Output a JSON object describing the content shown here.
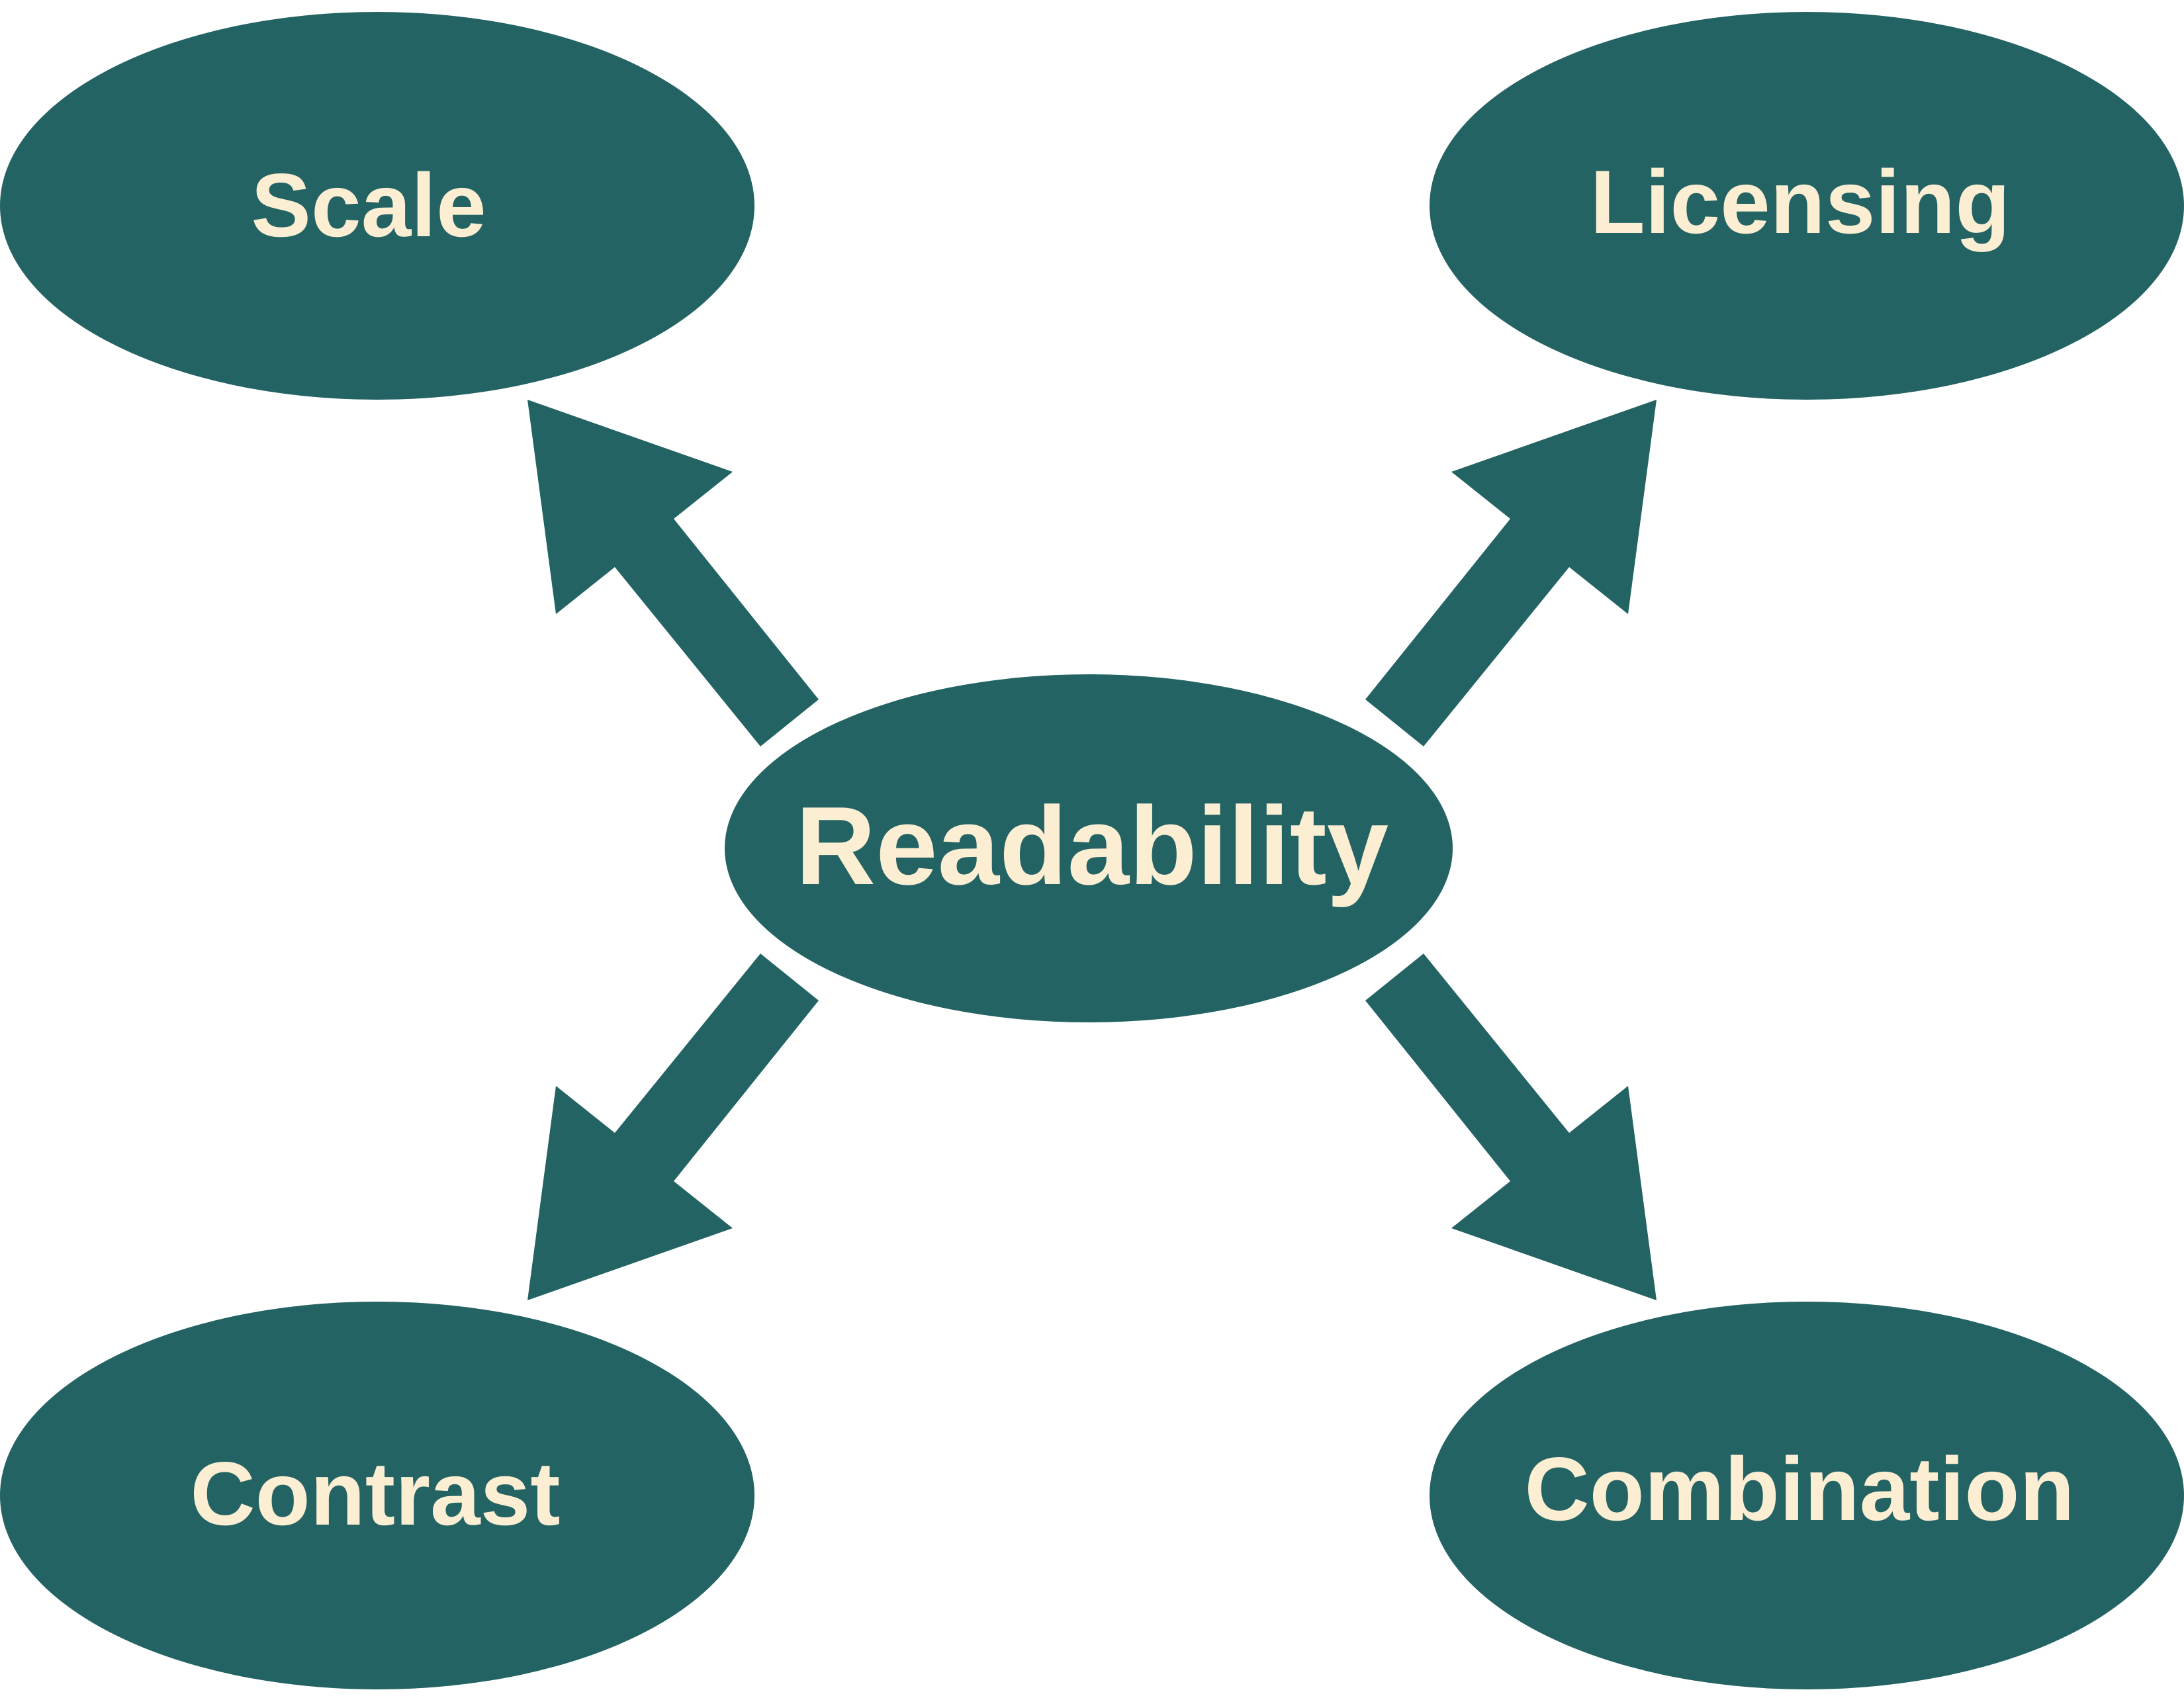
{
  "colors": {
    "node_fill": "#246363",
    "arrow_fill": "#246363",
    "label_text": "#fbeed3",
    "background": "#ffffff"
  },
  "center": {
    "label": "Readability"
  },
  "nodes": {
    "top_left": {
      "label": "Scale"
    },
    "top_right": {
      "label": "Licensing"
    },
    "bottom_left": {
      "label": "Contrast"
    },
    "bottom_right": {
      "label": "Combination"
    }
  }
}
